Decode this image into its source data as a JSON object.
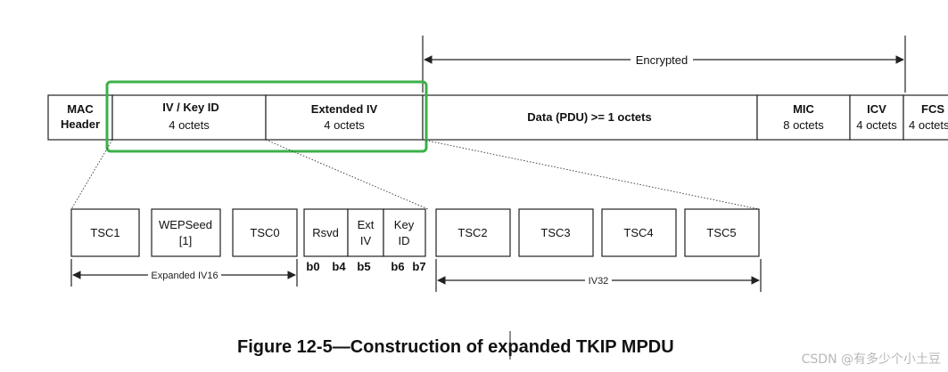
{
  "top_row": {
    "mac_header": [
      "MAC",
      "Header"
    ],
    "iv_keyid": [
      "IV /  Key ID",
      "4 octets"
    ],
    "extended_iv": [
      "Extended IV",
      "4 octets"
    ],
    "data": "Data  (PDU)  >= 1 octets",
    "mic": [
      "MIC",
      "8 octets"
    ],
    "icv": [
      "ICV",
      "4 octets"
    ],
    "fcs": [
      "FCS",
      "4 octets"
    ]
  },
  "encrypted_label": "Encrypted",
  "bottom_row": {
    "tsc1": "TSC1",
    "wepseed": [
      "WEPSeed",
      "[1]"
    ],
    "tsc0": "TSC0",
    "rsvd": "Rsvd",
    "ext_iv": [
      "Ext",
      "IV"
    ],
    "key_id": [
      "Key",
      "ID"
    ],
    "tsc2": "TSC2",
    "tsc3": "TSC3",
    "tsc4": "TSC4",
    "tsc5": "TSC5"
  },
  "bit_labels": [
    "b0",
    "b4",
    "b5",
    "b6",
    "b7"
  ],
  "expanded_iv16_label": "Expanded IV16",
  "iv32_label": "IV32",
  "caption": "Figure 12-5—Construction of expanded TKIP MPDU",
  "watermark": "CSDN @有多少个小土豆",
  "colors": {
    "highlight": "#3cb04a",
    "lines": "#222222",
    "watermark": "#b8b8b8"
  }
}
